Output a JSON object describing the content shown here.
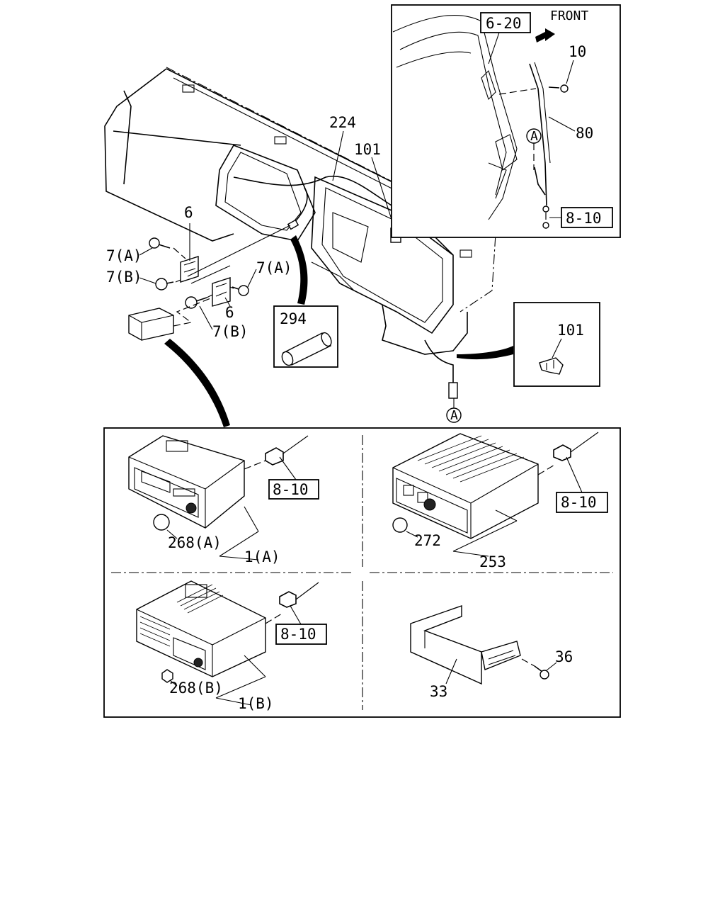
{
  "labels": {
    "front": "FRONT",
    "ref_6_20": "6-20",
    "p10": "10",
    "p80": "80",
    "circle_a": "A",
    "ref_8_10_top": "8-10",
    "p224": "224",
    "p101_top": "101",
    "p6_upper": "6",
    "p7a_left": "7(A)",
    "p7b_left": "7(B)",
    "p7a_right": "7(A)",
    "p6_lower": "6",
    "p7b_lower": "7(B)",
    "p294": "294",
    "p101_box": "101",
    "circle_a_bottom": "A",
    "ref_8_10_q1": "8-10",
    "p268a": "268(A)",
    "p1a": "1(A)",
    "ref_8_10_q2": "8-10",
    "p272": "272",
    "p253": "253",
    "ref_8_10_q3": "8-10",
    "p268b": "268(B)",
    "p1b": "1(B)",
    "p36": "36",
    "p33": "33"
  }
}
